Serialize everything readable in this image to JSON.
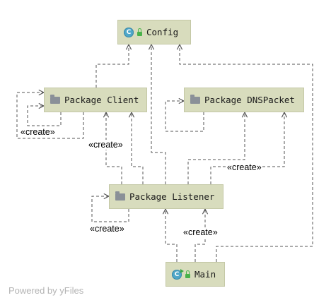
{
  "nodes": {
    "config": {
      "label": "Config",
      "icon": "class-icon"
    },
    "package_client": {
      "label": "Package Client",
      "icon": "folder-icon"
    },
    "package_dnspacket": {
      "label": "Package DNSPacket",
      "icon": "folder-icon"
    },
    "package_listener": {
      "label": "Package Listener",
      "icon": "folder-icon"
    },
    "main": {
      "label": "Main",
      "icon": "runnable-class-icon"
    }
  },
  "edge_labels": {
    "client_self": "«create»",
    "listener_to_client": "«create»",
    "listener_to_dnspacket": "«create»",
    "listener_self": "«create»",
    "main_to_listener": "«create»"
  },
  "edges": [
    {
      "from": "package_client",
      "to": "config",
      "label": ""
    },
    {
      "from": "package_listener",
      "to": "config",
      "label": ""
    },
    {
      "from": "main",
      "to": "config",
      "label": ""
    },
    {
      "from": "package_client",
      "to": "package_client",
      "label": "«create»"
    },
    {
      "from": "package_dnspacket",
      "to": "package_dnspacket",
      "label": ""
    },
    {
      "from": "package_listener",
      "to": "package_client",
      "label": "«create»"
    },
    {
      "from": "package_listener",
      "to": "package_dnspacket",
      "label": "«create»"
    },
    {
      "from": "package_listener",
      "to": "package_listener",
      "label": "«create»"
    },
    {
      "from": "main",
      "to": "package_listener",
      "label": "«create»"
    }
  ],
  "colors": {
    "node_fill": "#d8dcbd",
    "edge": "#555555",
    "class_icon": "#4fa7c8",
    "lock_icon": "#49b24a",
    "folder_icon": "#8a9098"
  },
  "watermark": "Powered by yFiles"
}
